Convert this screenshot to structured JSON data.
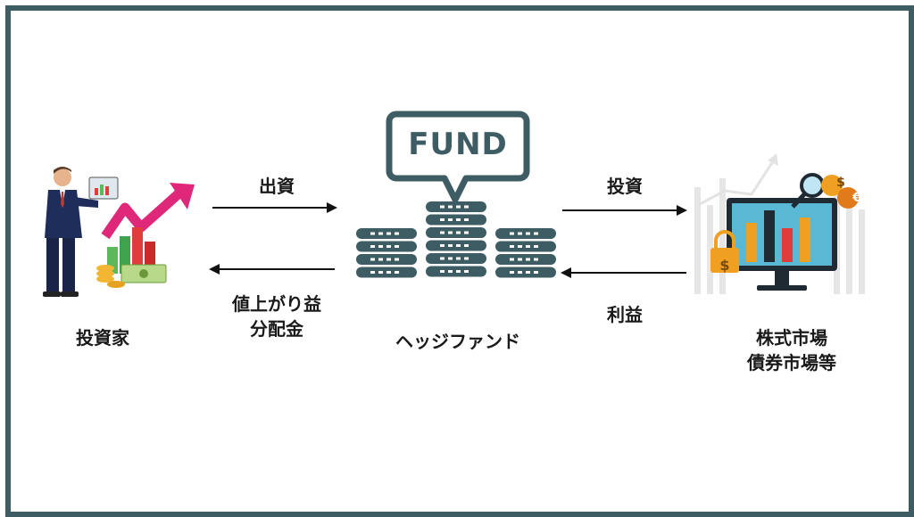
{
  "investor": {
    "label": "投資家"
  },
  "fund": {
    "badge": "FUND",
    "label": "ヘッジファンド"
  },
  "market": {
    "line1": "株式市場",
    "line2": "債券市場等"
  },
  "arrows": {
    "capital": "出資",
    "returns_line1": "値上がり益",
    "returns_line2": "分配金",
    "investment": "投資",
    "profit": "利益"
  },
  "icons": {
    "investor": "businessman-chart-icon",
    "fund": "coin-stacks-icon",
    "market": "monitor-chart-icon",
    "dollar_symbol": "$",
    "euro_symbol": "€"
  },
  "colors": {
    "frame": "#3d5c63",
    "fund_icon": "#3d5c63",
    "arrow": "#111111"
  }
}
